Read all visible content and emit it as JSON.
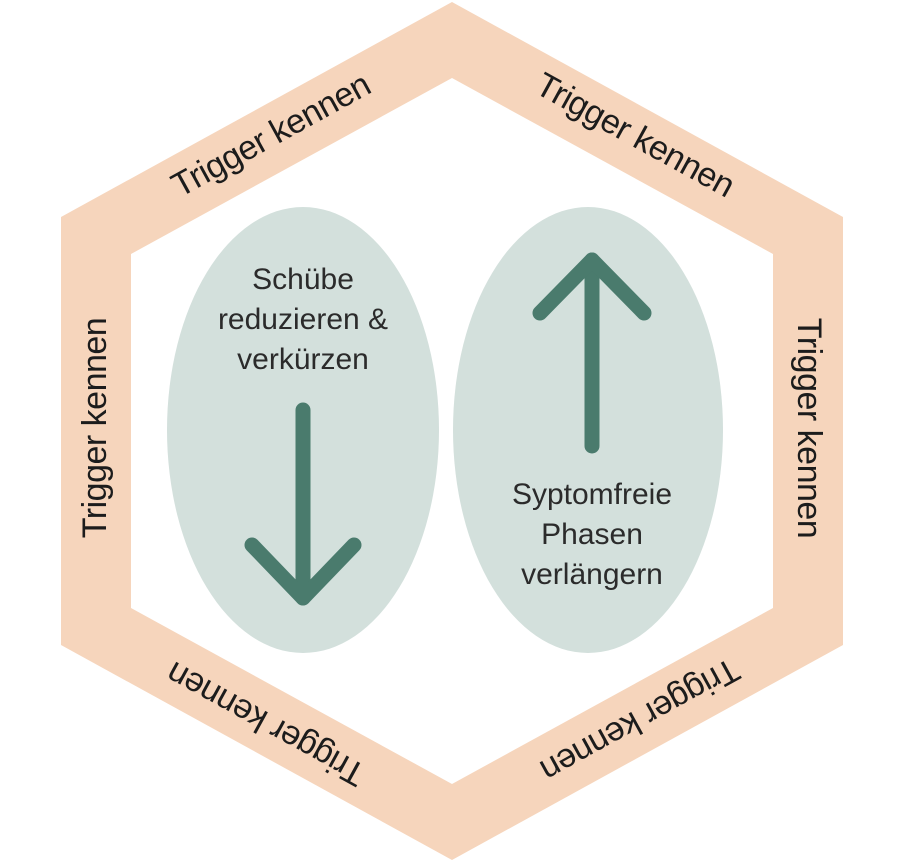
{
  "colors": {
    "hexagon_ring": "#f6d5bc",
    "inner_background": "#ffffff",
    "oval_fill": "#d3e0dc",
    "arrow": "#4a7b6d",
    "text": "#1c1c1c"
  },
  "ring_labels": {
    "top_left": "Trigger kennen",
    "top_right": "Trigger kennen",
    "right": "Trigger kennen",
    "bottom_right": "Trigger kennen",
    "bottom_left": "Trigger kennen",
    "left": "Trigger kennen"
  },
  "left_oval": {
    "lines": [
      "Schübe",
      "reduzieren &",
      "verkürzen"
    ],
    "arrow_direction": "down",
    "icon": "arrow-down-icon"
  },
  "right_oval": {
    "lines": [
      "Syptomfreie",
      "Phasen",
      "verlängern"
    ],
    "arrow_direction": "up",
    "icon": "arrow-up-icon"
  }
}
